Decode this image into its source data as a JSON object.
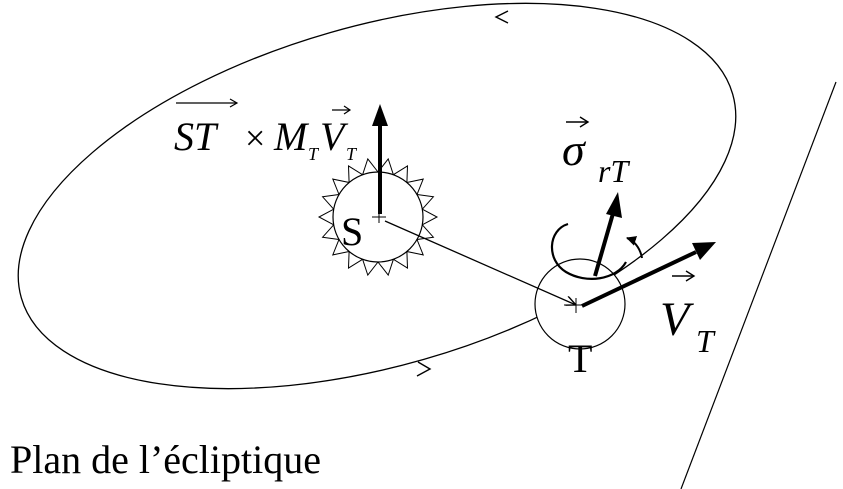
{
  "labels": {
    "sun": "S",
    "earth": "T",
    "plane": "Plan de l’écliptique",
    "moment": {
      "st": "ST",
      "times": "×",
      "m": "M",
      "m_sub": "T",
      "v": "V",
      "v_sub": "T"
    },
    "sigma": {
      "symbol": "σ",
      "sub": "rT"
    },
    "velocity": {
      "symbol": "V",
      "sub": "T"
    }
  }
}
